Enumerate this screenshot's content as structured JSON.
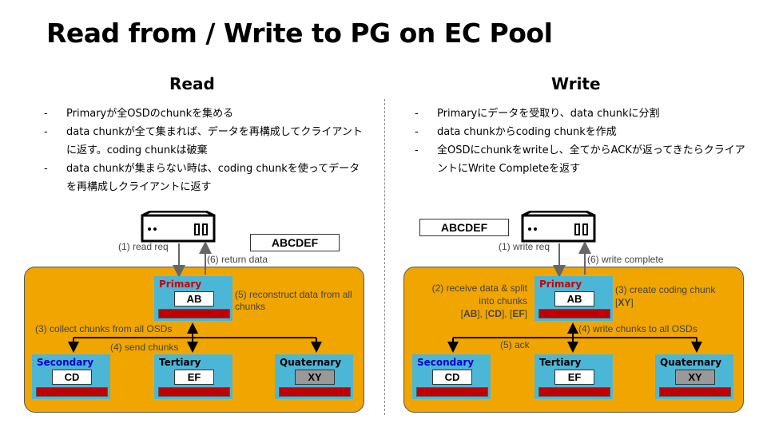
{
  "title": "Read from / Write to PG on EC Pool",
  "read": {
    "heading": "Read",
    "bullets": [
      "Primaryが全OSDのchunkを集める",
      "data chunkが全て集まれば、データを再構成してクライアントに返す。coding chunkは破棄",
      "data chunkが集まらない時は、coding chunkを使ってデータを再構成しクライアントに返す"
    ],
    "data_box": "ABCDEF",
    "labels": {
      "read_req": "(1) read req",
      "return_data": "(6) return data",
      "reconstruct": "(5) reconstruct data from all chunks",
      "collect": "(3) collect chunks from all OSDs",
      "send": "(4) send chunks"
    },
    "nodes": [
      {
        "role": "Primary",
        "chunk": "AB",
        "role_color": "#cc0000"
      },
      {
        "role": "Secondary",
        "chunk": "CD",
        "role_color": "#0000cc"
      },
      {
        "role": "Tertiary",
        "chunk": "EF",
        "role_color": "#000000"
      },
      {
        "role": "Quaternary",
        "chunk": "XY",
        "role_color": "#000000"
      }
    ]
  },
  "write": {
    "heading": "Write",
    "bullets": [
      "Primaryにデータを受取り、data chunkに分割",
      "data chunkからcoding chunkを作成",
      "全OSDにchunkをwriteし、全てからACKが返ってきたらクライアントにWrite Completeを返す"
    ],
    "data_box": "ABCDEF",
    "labels": {
      "write_req": "(1) write req",
      "write_complete": "(6) write complete",
      "receive_l1": "(2) receive data & split",
      "receive_l2": "into chunks",
      "receive_chunks": [
        "AB",
        "CD",
        "EF"
      ],
      "coding": "(3) create coding chunk",
      "coding_chunk": "XY",
      "write_chunks": "(4) write chunks to all OSDs",
      "ack": "(5) ack"
    },
    "nodes": [
      {
        "role": "Primary",
        "chunk": "AB",
        "role_color": "#cc0000"
      },
      {
        "role": "Secondary",
        "chunk": "CD",
        "role_color": "#0000cc"
      },
      {
        "role": "Tertiary",
        "chunk": "EF",
        "role_color": "#000000"
      },
      {
        "role": "Quaternary",
        "chunk": "XY",
        "role_color": "#000000"
      }
    ]
  },
  "icons": [
    "server-icon"
  ],
  "colors": {
    "pool": "#f0a500",
    "node": "#4cb6d6",
    "disk": "#c00000",
    "coding_chunk": "#999999"
  }
}
